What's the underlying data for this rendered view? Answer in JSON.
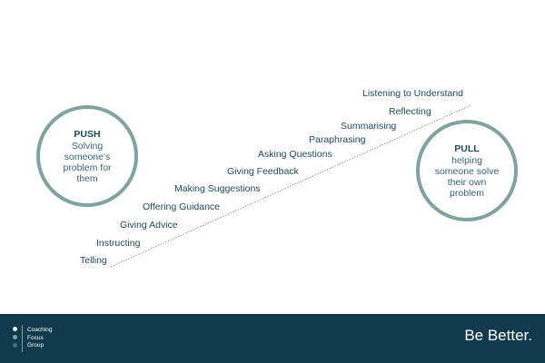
{
  "push": {
    "title": "PUSH",
    "lines": [
      "Solving",
      "someone's",
      "problem for",
      "them"
    ]
  },
  "pull": {
    "title": "PULL",
    "lines": [
      "helping",
      "someone solve",
      "their own",
      "problem"
    ]
  },
  "steps": [
    "Telling",
    "Instructing",
    "Giving Advice",
    "Offering Guidance",
    "Making Suggestions",
    "Giving Feedback",
    "Asking Questions",
    "Paraphrasing",
    "Summarising",
    "Reflecting",
    "Listening to Understand"
  ],
  "footer": {
    "logo_line1": "Coaching",
    "logo_line2": "Focus",
    "logo_line3": "Group",
    "tagline": "Be Better.",
    "dot_colors": [
      "#e6efee",
      "#7fa3a0",
      "#4d6f7a"
    ],
    "background": "#123a4f"
  },
  "colors": {
    "circle_border": "#7fa3a0",
    "text": "#1f4a5c",
    "line": "#8a9aa0"
  }
}
